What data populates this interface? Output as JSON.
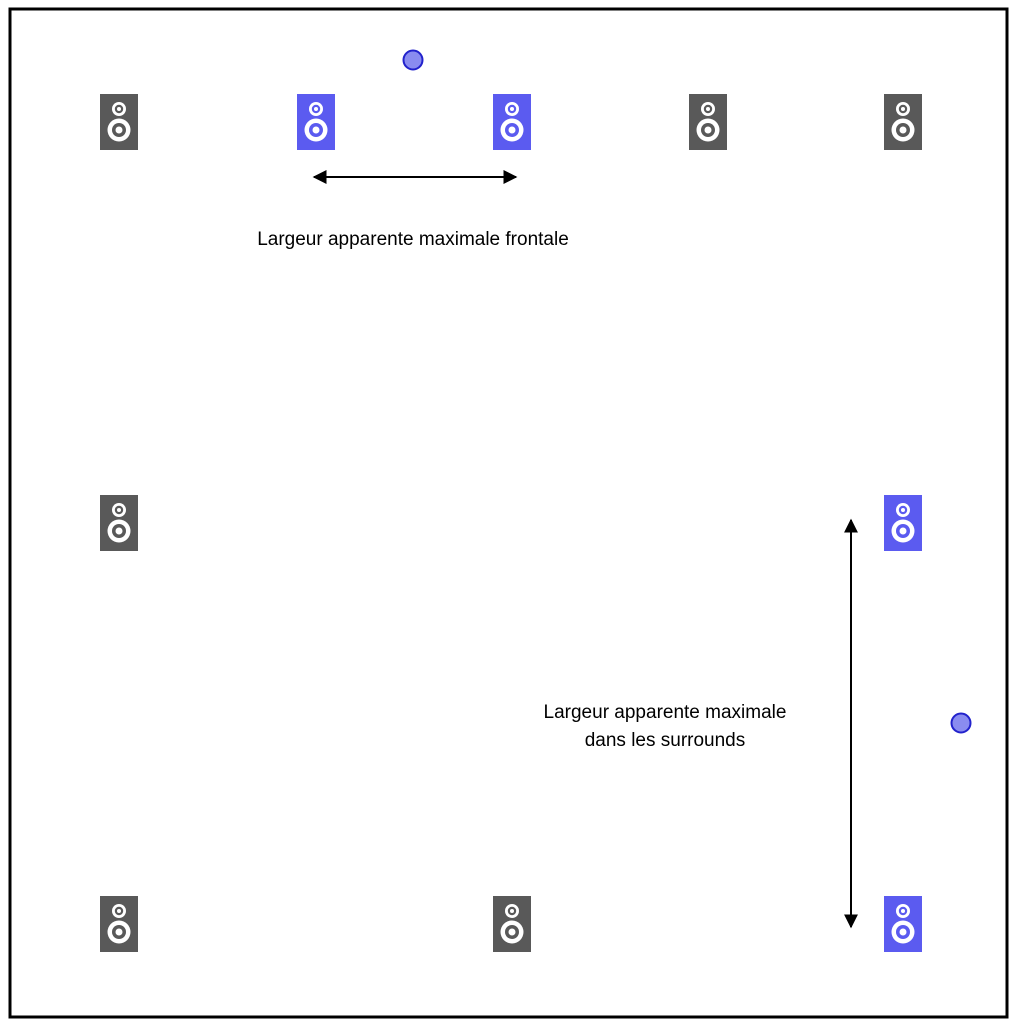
{
  "colors": {
    "active_speaker": "#5b5bf0",
    "inactive_speaker": "#595959",
    "source_point_fill": "#8a8cf0",
    "source_point_stroke": "#2222cc",
    "frame": "#000000",
    "arrow": "#000000"
  },
  "speakers": [
    {
      "id": "front-left-outer",
      "active": false
    },
    {
      "id": "front-left",
      "active": true
    },
    {
      "id": "front-right",
      "active": true
    },
    {
      "id": "front-right-wide",
      "active": false
    },
    {
      "id": "front-right-outer",
      "active": false
    },
    {
      "id": "side-left",
      "active": false
    },
    {
      "id": "side-right",
      "active": true
    },
    {
      "id": "rear-left",
      "active": false
    },
    {
      "id": "rear-center",
      "active": false
    },
    {
      "id": "rear-right",
      "active": true
    }
  ],
  "annotations": {
    "frontal": "Largeur apparente maximale frontale",
    "surround_line1": "Largeur apparente maximale",
    "surround_line2": "dans les surrounds"
  },
  "icons": {
    "speaker": "speaker-icon",
    "source_point": "source-point-icon",
    "arrow": "double-arrow-icon"
  }
}
